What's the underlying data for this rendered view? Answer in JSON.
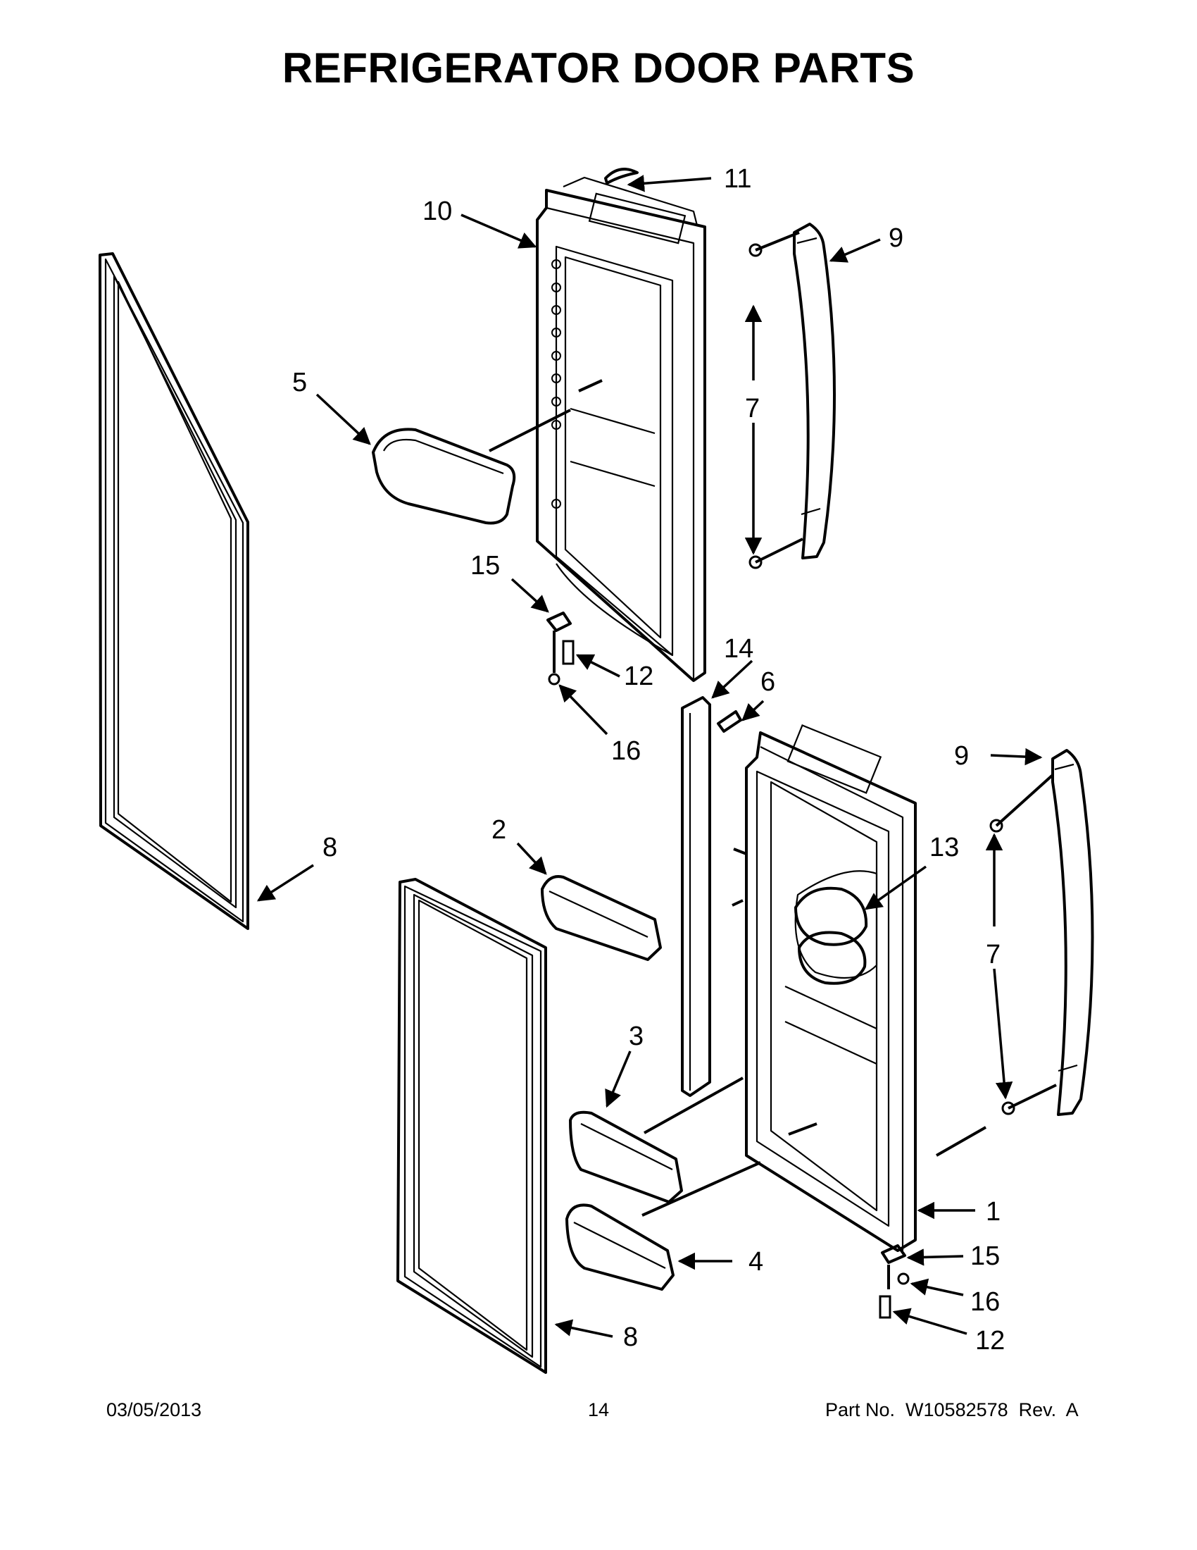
{
  "title": "REFRIGERATOR DOOR PARTS",
  "callouts": {
    "c1": "1",
    "c2": "2",
    "c3": "3",
    "c4": "4",
    "c5": "5",
    "c6": "6",
    "c7a": "7",
    "c7b": "7",
    "c8a": "8",
    "c8b": "8",
    "c9a": "9",
    "c9b": "9",
    "c10": "10",
    "c11": "11",
    "c12a": "12",
    "c12b": "12",
    "c13": "13",
    "c14": "14",
    "c15a": "15",
    "c15b": "15",
    "c16a": "16",
    "c16b": "16"
  },
  "footer": {
    "date": "03/05/2013",
    "page": "14",
    "part_number": "Part No.  W10582578  Rev.  A"
  }
}
